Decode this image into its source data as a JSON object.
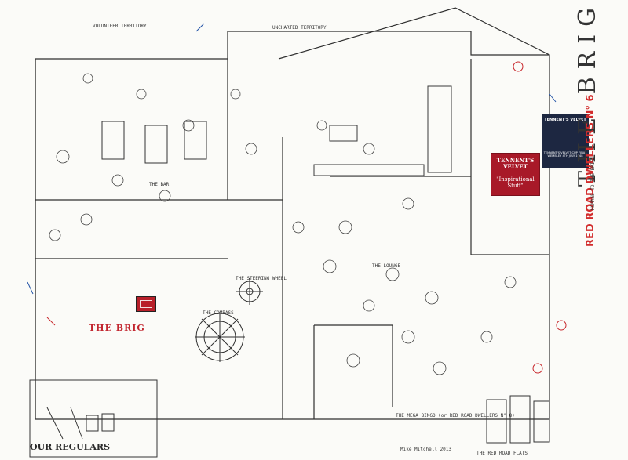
{
  "poster": {
    "main_title": "THE BRIG BAR",
    "red_vertical_title": "RED ROAD DWELLERS N° 6",
    "small_vertical": "HOMAGE TO THE BRIG"
  },
  "sections": {
    "volunteer_territory": "VOLUNTEER TERRITORY",
    "uncharted_territory": "UNCHARTED TERRITORY",
    "the_bar": "THE BAR",
    "the_lounge": "THE LOUNGE",
    "the_compass": "THE COMPASS",
    "the_steering_wheel": "THE STEERING WHEEL",
    "our_regulars": "OUR REGULARS",
    "red_road_flats": "THE RED ROAD FLATS"
  },
  "logos": {
    "brig_logo": "THE BRIG",
    "tennents_panel_title": "TENNENT'S VELVET",
    "tennents_panel_sub": "\"Inspirational Stuff\"",
    "tennents_crest_title": "TENNENT'S VELVET",
    "tennents_crest_caption": "TENNENT'S VELVET CUP FINAL WEMBLEY 4TH JULY 1948"
  },
  "bingo": {
    "label": "THE MEGA BINGO (or RED ROAD DWELLERS N° 8)"
  },
  "misc": {
    "signature": "Mike Mitchell 2013"
  }
}
